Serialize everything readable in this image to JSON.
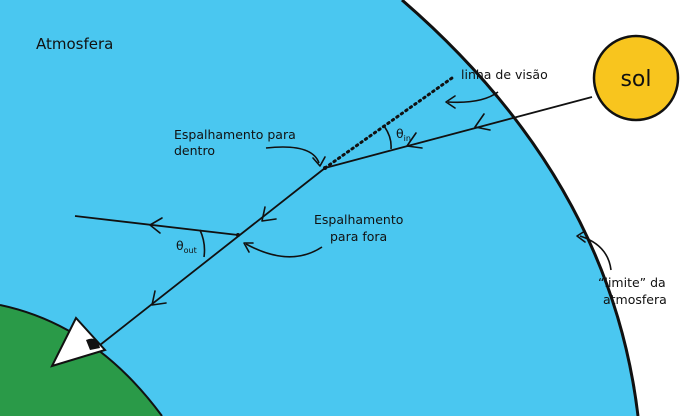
{
  "labels": {
    "atmosphere": "Atmosfera",
    "sun": "sol",
    "line_of_sight": "linha de visão",
    "in_scatter_line1": "Espalhamento para",
    "in_scatter_line2": "dentro",
    "out_scatter_line1": "Espalhamento",
    "out_scatter_line2": "para fora",
    "theta_in_symbol": "θ",
    "theta_in_sub": "in",
    "theta_out_symbol": "θ",
    "theta_out_sub": "out",
    "boundary_line1": "“limite” da",
    "boundary_line2": "atmosfera"
  },
  "colors": {
    "atmosphere": "#4ac7f0",
    "earth": "#2a9a48",
    "sun": "#f8c51e",
    "outline": "#111111",
    "background": "#ffffff"
  },
  "icons": {
    "observer": "eye-icon"
  }
}
